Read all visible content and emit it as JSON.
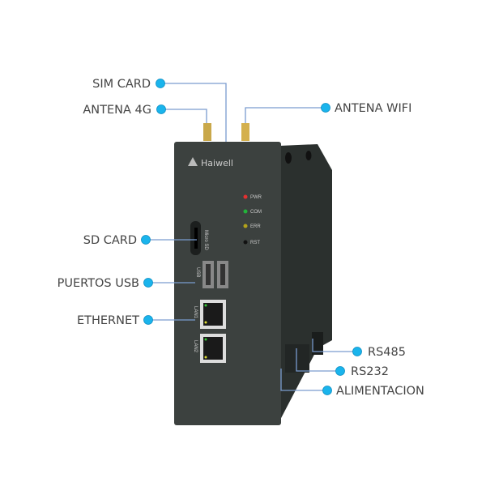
{
  "device": {
    "brand": "Haiwell",
    "leds": [
      {
        "label": "PWR",
        "color": "#e53030"
      },
      {
        "label": "COM",
        "color": "#22b33a"
      },
      {
        "label": "ERR",
        "color": "#b3a21a"
      },
      {
        "label": "RST",
        "color": "#111111"
      }
    ],
    "port_labels": {
      "sd": "Micro SD",
      "usb": "USB",
      "lan1": "LAN1",
      "lan2": "LAN2"
    }
  },
  "callouts": {
    "sim_card": "SIM CARD",
    "antena_4g": "ANTENA 4G",
    "antena_wifi": "ANTENA WIFI",
    "sd_card": "SD CARD",
    "puertos_usb": "PUERTOS USB",
    "ethernet": "ETHERNET",
    "rs485": "RS485",
    "rs232": "RS232",
    "alimentacion": "ALIMENTACION"
  },
  "colors": {
    "dot": "#1ab4ec",
    "line": "#7a9ccf",
    "body": "#3a3f3d"
  }
}
